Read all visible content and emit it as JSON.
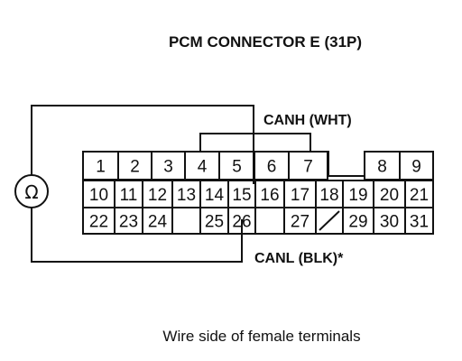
{
  "title": "PCM CONNECTOR E (31P)",
  "canh_label": "CANH (WHT)",
  "canl_label": "CANL (BLK)*",
  "caption": "Wire side of female terminals",
  "meter_icon": "ohm-meter-icon",
  "rows": [
    [
      "1",
      "2",
      "3",
      "4",
      "5",
      "6",
      "7",
      "",
      "8",
      "9"
    ],
    [
      "10",
      "11",
      "12",
      "13",
      "14",
      "15",
      "16",
      "17",
      "18",
      "19",
      "20",
      "21"
    ],
    [
      "22",
      "23",
      "24",
      "",
      "25",
      "26",
      "",
      "27",
      "/",
      "29",
      "30",
      "31"
    ]
  ]
}
